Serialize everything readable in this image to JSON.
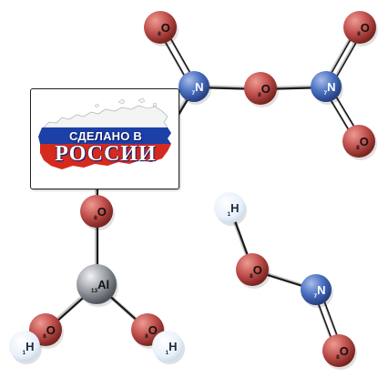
{
  "molecules": [
    {
      "atoms": [
        {
          "symbol": "O",
          "number": "8"
        },
        {
          "symbol": "O",
          "number": "8"
        },
        {
          "symbol": "N",
          "number": "7"
        },
        {
          "symbol": "O",
          "number": "8"
        },
        {
          "symbol": "N",
          "number": "7"
        },
        {
          "symbol": "O",
          "number": "8"
        }
      ]
    },
    {
      "atoms": [
        {
          "symbol": "O",
          "number": "8"
        },
        {
          "symbol": "Al",
          "number": "13"
        },
        {
          "symbol": "O",
          "number": "8"
        },
        {
          "symbol": "O",
          "number": "8"
        },
        {
          "symbol": "H",
          "number": "1"
        },
        {
          "symbol": "H",
          "number": "1"
        }
      ]
    },
    {
      "atoms": [
        {
          "symbol": "H",
          "number": "1"
        },
        {
          "symbol": "O",
          "number": "8"
        },
        {
          "symbol": "N",
          "number": "7"
        },
        {
          "symbol": "O",
          "number": "8"
        }
      ]
    }
  ],
  "badge": {
    "line1": "СДЕЛАНО В",
    "line2": "РОССИИ",
    "flag_colors": [
      "#ffffff",
      "#1c3fa8",
      "#d52b1e"
    ]
  },
  "colors": {
    "oxygen": "#c0504d",
    "nitrogen": "#4a6fc0",
    "hydrogen": "#eef4fb",
    "aluminium": "#8a8f96"
  }
}
